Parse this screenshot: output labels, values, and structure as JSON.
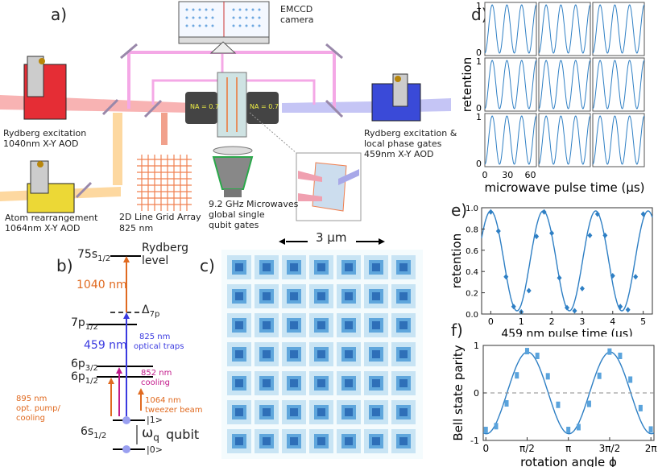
{
  "panels": {
    "a": "a)",
    "b": "b)",
    "c": "c)",
    "d": "d)",
    "e": "e)",
    "f": "f)"
  },
  "setup": {
    "emccd": "EMCCD",
    "camera": "camera",
    "na_left": "NA = 0.7",
    "na_right": "NA = 0.7",
    "ryd_left_1": "Rydberg excitation",
    "ryd_left_2": "1040nm X-Y AOD",
    "atom_rearr_1": "Atom rearrangement",
    "atom_rearr_2": "1064nm X-Y AOD",
    "grid_1": "2D Line Grid Array",
    "grid_2": "825 nm",
    "mw_1": "9.2 GHz Microwaves",
    "mw_2": "global single",
    "mw_3": "qubit gates",
    "ryd_right_1": "Rydberg excitation &",
    "ryd_right_2": "local phase gates",
    "ryd_right_3": "459nm X-Y  AOD"
  },
  "levels": {
    "s75": "75s",
    "s75_sub": "1/2",
    "rydberg_1": "Rydberg",
    "rydberg_2": "level",
    "nm1040": "1040 nm",
    "p7": "7p",
    "p7_sub": "1/2",
    "delta": "Δ",
    "delta_sub": "7p",
    "nm459": "459 nm",
    "traps_1": "825 nm",
    "traps_2": "optical traps",
    "p63": "6p",
    "p63_sub": "3/2",
    "p61": "6p",
    "p61_sub": "1/2",
    "cool_1": "852 nm",
    "cool_2": "cooling",
    "pump_1": "895 nm",
    "pump_2": "opt. pump/",
    "pump_3": "cooling",
    "tweezer_1": "1064 nm",
    "tweezer_2": "tweezer beam",
    "ket1": "|1>",
    "ket0": "|0>",
    "s6": "6s",
    "s6_sub": "1/2",
    "omega": "ω",
    "omega_sub": "q",
    "qubit": "qubit"
  },
  "array_image": {
    "scale": "3 μm",
    "rows": 7,
    "cols": 7
  },
  "chart_data": [
    {
      "panel": "d",
      "type": "line",
      "grid": "3x3 small multiples",
      "xlabel": "microwave pulse time (μs)",
      "ylabel": "retention",
      "xticks": [
        "0",
        "30",
        "60"
      ],
      "yticks": [
        "0",
        "1"
      ],
      "xlim": [
        0,
        68
      ],
      "ylim": [
        0,
        1
      ],
      "oscillations_per_panel": 3.5
    },
    {
      "panel": "e",
      "type": "scatter",
      "xlabel": "459 nm pulse time (μs)",
      "ylabel": "retention",
      "xticks": [
        "0",
        "1",
        "2",
        "3",
        "4",
        "5"
      ],
      "yticks": [
        "0.0",
        "0.2",
        "0.4",
        "0.6",
        "0.8",
        "1.0"
      ],
      "xlim": [
        -0.3,
        5.3
      ],
      "ylim": [
        0,
        1
      ],
      "series": [
        {
          "x": [
            0.0,
            0.25,
            0.5,
            0.75,
            1.0,
            1.25,
            1.5,
            1.75,
            2.0,
            2.25,
            2.5,
            2.75,
            3.0,
            3.25,
            3.5,
            3.75,
            4.0,
            4.25,
            4.5,
            4.75,
            5.0
          ],
          "y": [
            0.96,
            0.78,
            0.35,
            0.07,
            0.02,
            0.22,
            0.73,
            0.96,
            0.76,
            0.34,
            0.06,
            0.03,
            0.24,
            0.74,
            0.94,
            0.74,
            0.36,
            0.07,
            0.04,
            0.35,
            0.94
          ]
        }
      ]
    },
    {
      "panel": "f",
      "type": "scatter",
      "xlabel": "rotation angle ϕ",
      "ylabel": "Bell state parity",
      "xticks": [
        "0",
        "π/2",
        "π",
        "3π/2",
        "2π"
      ],
      "yticks": [
        "-1",
        "0",
        "1"
      ],
      "xlim": [
        -0.1,
        6.4
      ],
      "ylim": [
        -1,
        1
      ],
      "series": [
        {
          "x": [
            0,
            0.39,
            0.79,
            1.18,
            1.57,
            1.96,
            2.36,
            2.75,
            3.14,
            3.53,
            3.93,
            4.32,
            4.71,
            5.11,
            5.5,
            5.89,
            6.28
          ],
          "y": [
            -0.78,
            -0.7,
            -0.22,
            0.37,
            0.88,
            0.78,
            0.35,
            -0.25,
            -0.78,
            -0.72,
            -0.23,
            0.36,
            0.87,
            0.78,
            0.28,
            -0.32,
            -0.77
          ]
        }
      ]
    }
  ]
}
